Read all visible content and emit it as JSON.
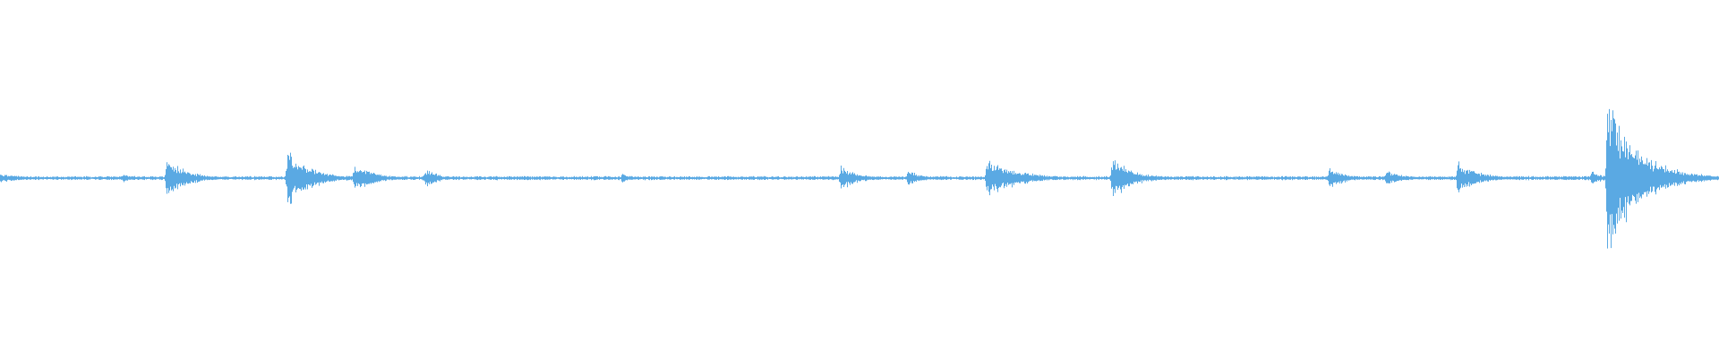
{
  "waveform": {
    "color": "#5aa9e3",
    "background": "#ffffff",
    "baseline_amplitude": 0.012,
    "transients": [
      {
        "position": 0.0,
        "amplitude": 0.03,
        "decay": 0.012
      },
      {
        "position": 0.071,
        "amplitude": 0.03,
        "decay": 0.006
      },
      {
        "position": 0.097,
        "amplitude": 0.12,
        "decay": 0.012
      },
      {
        "position": 0.167,
        "amplitude": 0.18,
        "decay": 0.014
      },
      {
        "position": 0.206,
        "amplitude": 0.08,
        "decay": 0.012
      },
      {
        "position": 0.212,
        "amplitude": 0.06,
        "decay": 0.008
      },
      {
        "position": 0.247,
        "amplitude": 0.06,
        "decay": 0.008
      },
      {
        "position": 0.362,
        "amplitude": 0.03,
        "decay": 0.006
      },
      {
        "position": 0.489,
        "amplitude": 0.08,
        "decay": 0.01
      },
      {
        "position": 0.528,
        "amplitude": 0.05,
        "decay": 0.008
      },
      {
        "position": 0.574,
        "amplitude": 0.12,
        "decay": 0.018
      },
      {
        "position": 0.647,
        "amplitude": 0.13,
        "decay": 0.012
      },
      {
        "position": 0.773,
        "amplitude": 0.07,
        "decay": 0.01
      },
      {
        "position": 0.806,
        "amplitude": 0.05,
        "decay": 0.01
      },
      {
        "position": 0.848,
        "amplitude": 0.1,
        "decay": 0.012
      },
      {
        "position": 0.926,
        "amplitude": 0.05,
        "decay": 0.006
      },
      {
        "position": 0.935,
        "amplitude": 0.48,
        "decay": 0.018
      },
      {
        "position": 0.975,
        "amplitude": 0.04,
        "decay": 0.02
      }
    ]
  }
}
